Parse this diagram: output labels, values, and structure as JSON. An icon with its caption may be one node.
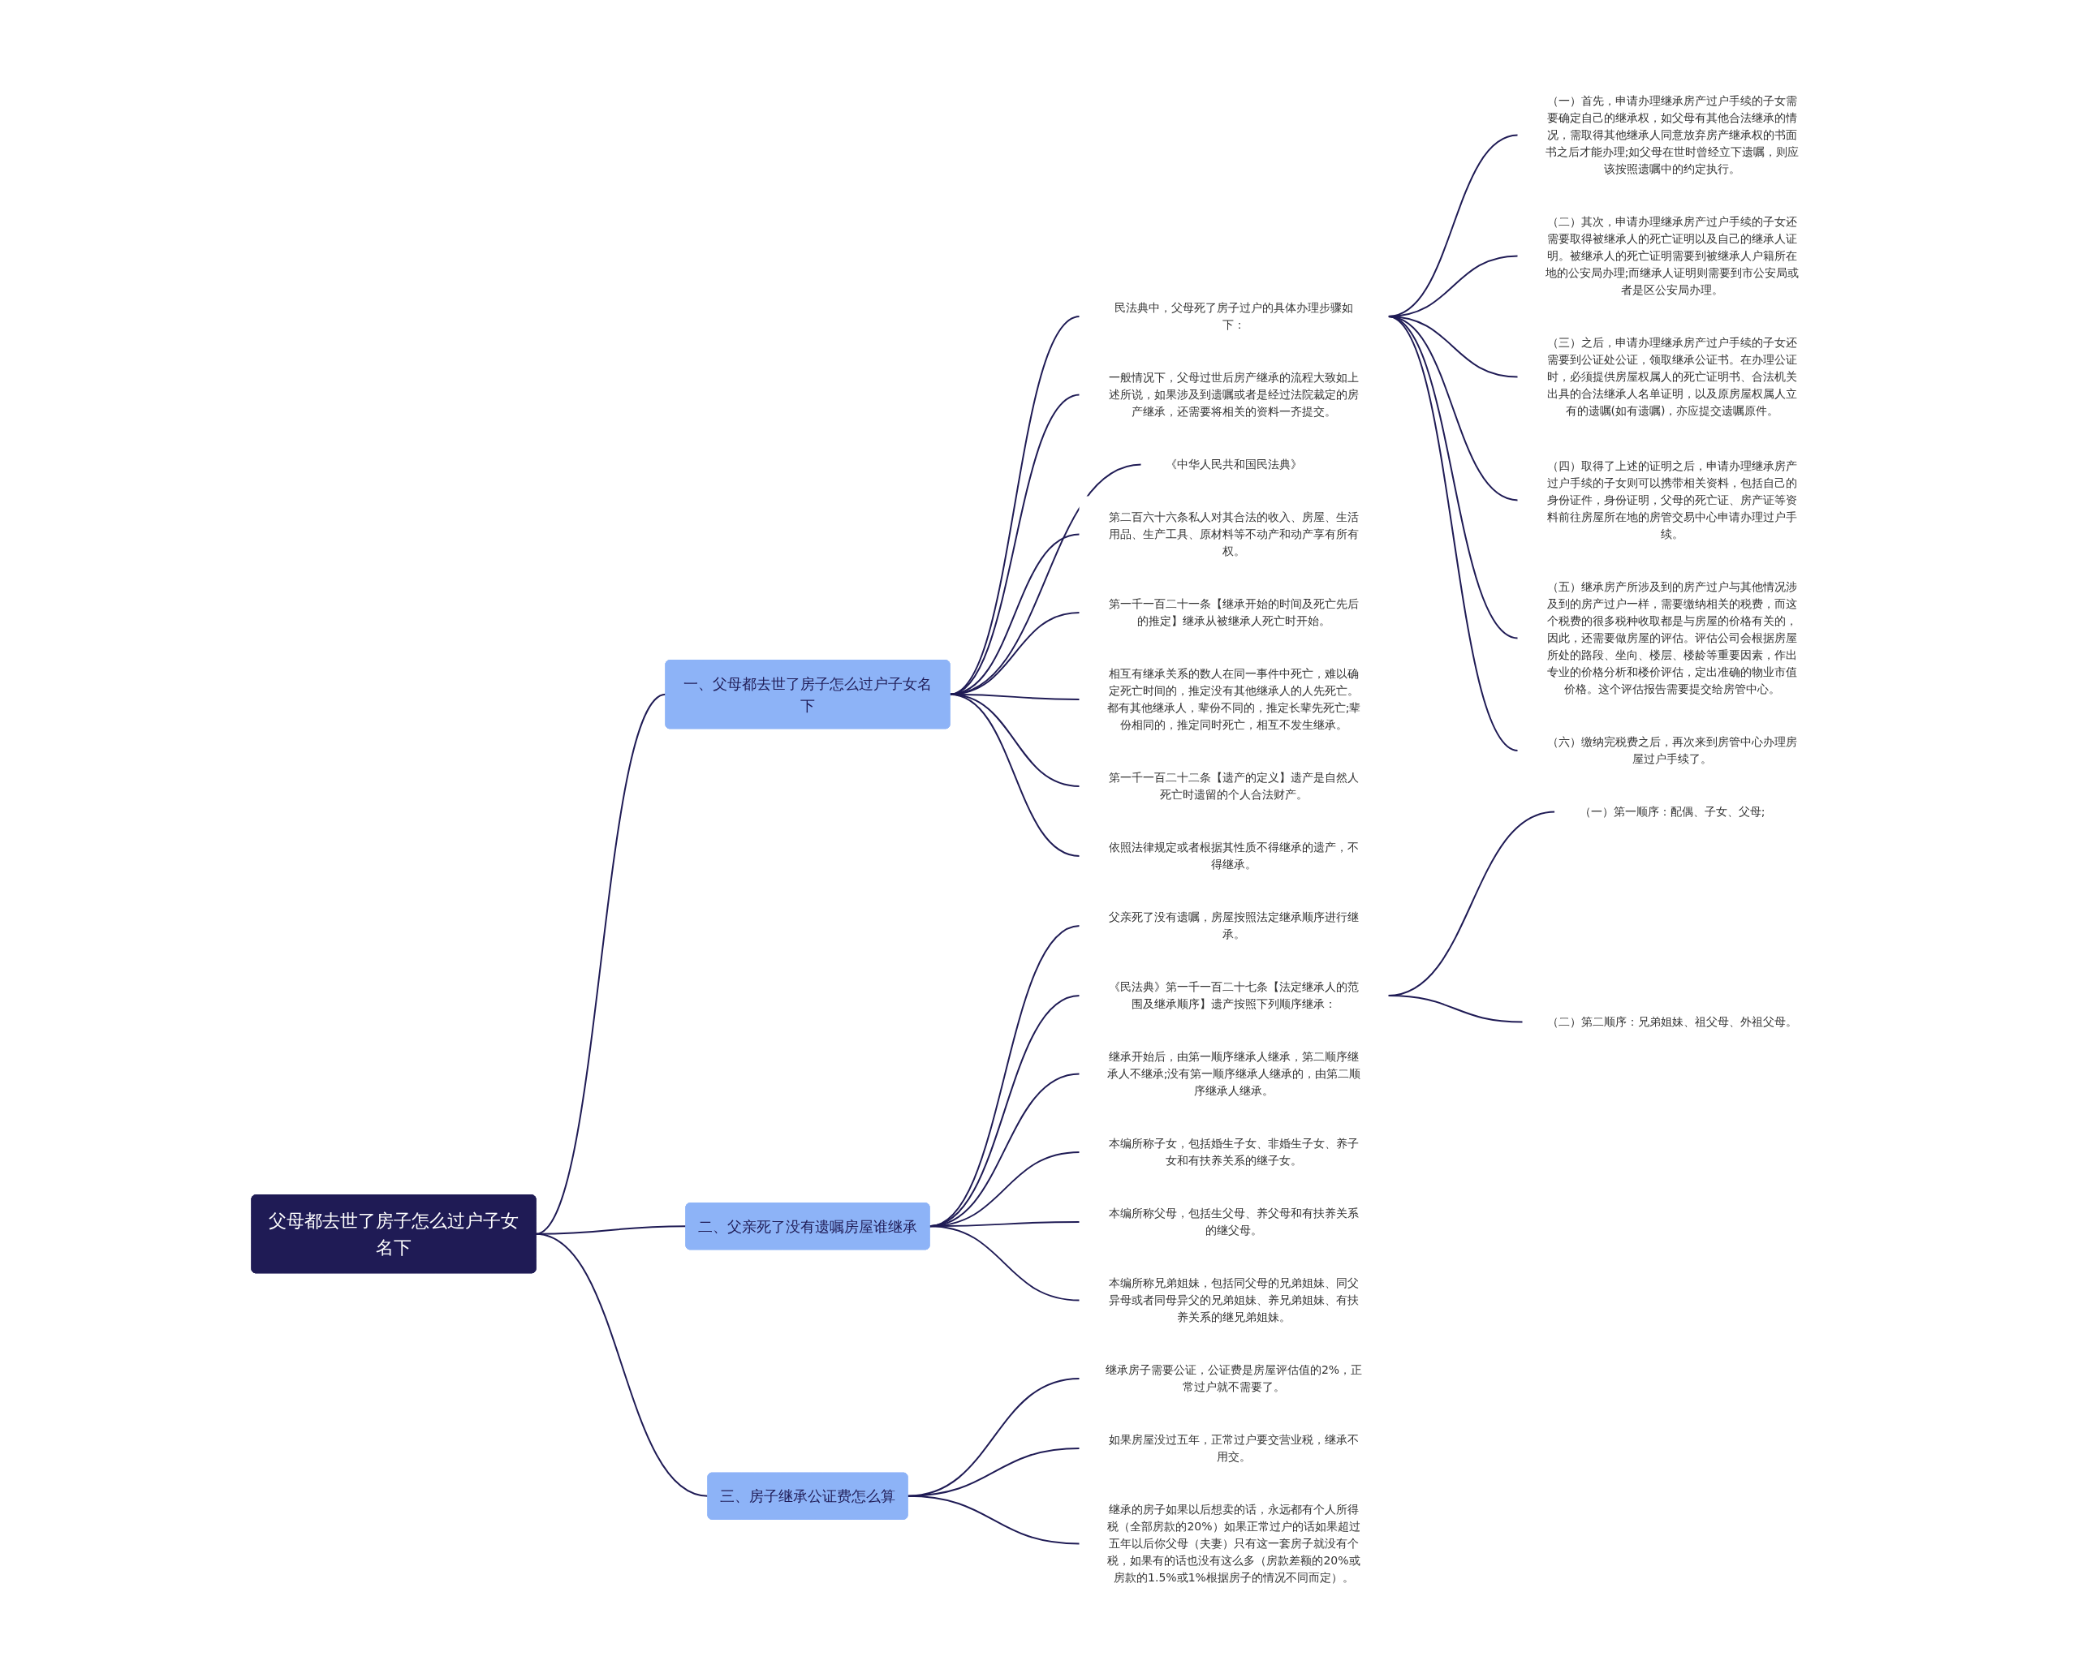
{
  "diagram": {
    "nodes": [
      {
        "text": [
          "父母都去世了房子怎么过户子女名下"
        ]
      },
      {
        "text": [
          "一、父母都去世了房子怎么过户子女名下"
        ]
      },
      {
        "text": [
          "民法典中，父母死了房子过户的具体办理步骤如下："
        ]
      },
      {
        "text": [
          "（一）首先，申请办理继承房产过户手续的子女需要确定自己的继承权，如父母有其他合法继承的情况，需取得其他继承人同意放弃房产继承权的书面书之后才能办理;如父母在世时曾经立下遗嘱，则应该按照遗嘱中的约定执行。"
        ]
      },
      {
        "text": [
          "（二）其次，申请办理继承房产过户手续的子女还需要取得被继承人的死亡证明以及自己的继承人证明。被继承人的死亡证明需要到被继承人户籍所在地的公安局办理;而继承人证明则需要到市公安局或者是区公安局办理。"
        ]
      },
      {
        "text": [
          "（三）之后，申请办理继承房产过户手续的子女还需要到公证处公证，领取继承公证书。在办理公证时，必须提供房屋权属人的死亡证明书、合法机关出具的合法继承人名单证明，以及原房屋权属人立有的遗嘱(如有遗嘱)，亦应提交遗嘱原件。"
        ]
      },
      {
        "text": [
          "（四）取得了上述的证明之后，申请办理继承房产过户手续的子女则可以携带相关资料，包括自己的身份证件，身份证明，父母的死亡证、房产证等资料前往房屋所在地的房管交易中心申请办理过户手续。"
        ]
      },
      {
        "text": [
          "（五）继承房产所涉及到的房产过户与其他情况涉及到的房产过户一样，需要缴纳相关的税费，而这个税费的很多税种收取都是与房屋的价格有关的，因此，还需要做房屋的评估。评估公司会根据房屋所处的路段、坐向、楼层、楼龄等重要因素，作出专业的价格分析和楼价评估，定出准确的物业市值价格。这个评估报告需要提交给房管中心。"
        ]
      },
      {
        "text": [
          "（六）缴纳完税费之后，再次来到房管中心办理房屋过户手续了。"
        ]
      },
      {
        "text": [
          "一般情况下，父母过世后房产继承的流程大致如上述所说，如果涉及到遗嘱或者是经过法院裁定的房产继承，还需要将相关的资料一齐提交。"
        ]
      },
      {
        "text": [
          "《中华人民共和国民法典》"
        ]
      },
      {
        "text": [
          "第二百六十六条私人对其合法的收入、房屋、生活用品、生产工具、原材料等不动产和动产享有所有权。"
        ]
      },
      {
        "text": [
          "第一千一百二十一条【继承开始的时间及死亡先后的推定】继承从被继承人死亡时开始。"
        ]
      },
      {
        "text": [
          "相互有继承关系的数人在同一事件中死亡，难以确定死亡时间的，推定没有其他继承人的人先死亡。都有其他继承人，辈份不同的，推定长辈先死亡;辈份相同的，推定同时死亡，相互不发生继承。"
        ]
      },
      {
        "text": [
          "第一千一百二十二条【遗产的定义】遗产是自然人死亡时遗留的个人合法财产。"
        ]
      },
      {
        "text": [
          "依照法律规定或者根据其性质不得继承的遗产，不得继承。"
        ]
      },
      {
        "text": [
          "二、父亲死了没有遗嘱房屋谁继承"
        ]
      },
      {
        "text": [
          "父亲死了没有遗嘱，房屋按照法定继承顺序进行继承。"
        ]
      },
      {
        "text": [
          "《民法典》第一千一百二十七条【法定继承人的范围及继承顺序】遗产按照下列顺序继承："
        ]
      },
      {
        "text": [
          "（一）第一顺序：配偶、子女、父母;"
        ]
      },
      {
        "text": [
          "（二）第二顺序：兄弟姐妹、祖父母、外祖父母。"
        ]
      },
      {
        "text": [
          "继承开始后，由第一顺序继承人继承，第二顺序继承人不继承;没有第一顺序继承人继承的，由第二顺序继承人继承。"
        ]
      },
      {
        "text": [
          "本编所称子女，包括婚生子女、非婚生子女、养子女和有扶养关系的继子女。"
        ]
      },
      {
        "text": [
          "本编所称父母，包括生父母、养父母和有扶养关系的继父母。"
        ]
      },
      {
        "text": [
          "本编所称兄弟姐妹，包括同父母的兄弟姐妹、同父异母或者同母异父的兄弟姐妹、养兄弟姐妹、有扶养关系的继兄弟姐妹。"
        ]
      },
      {
        "text": [
          "三、房子继承公证费怎么算"
        ]
      },
      {
        "text": [
          "继承房子需要公证，公证费是房屋评估值的2%，正常过户就不需要了。"
        ]
      },
      {
        "text": [
          "如果房屋没过五年，正常过户要交营业税，继承不用交。"
        ]
      },
      {
        "text": [
          "继承的房子如果以后想卖的话，永远都有个人所得税（全部房款的20%）如果正常过户的话如果超过五年以后你父母（夫妻）只有这一套房子就没有个税，如果有的话也没有这么多（房款差额的20%或房款的1.5%或1%根据房子的情况不同而定）。"
        ]
      }
    ],
    "edges": [
      {
        "from": 0,
        "to": 1,
        "arrow": "none"
      },
      {
        "from": 1,
        "to": 2,
        "arrow": "none"
      },
      {
        "from": 2,
        "to": 3,
        "arrow": "none"
      },
      {
        "from": 2,
        "to": 4,
        "arrow": "none"
      },
      {
        "from": 2,
        "to": 5,
        "arrow": "none"
      },
      {
        "from": 2,
        "to": 6,
        "arrow": "none"
      },
      {
        "from": 2,
        "to": 7,
        "arrow": "none"
      },
      {
        "from": 2,
        "to": 8,
        "arrow": "none"
      },
      {
        "from": 1,
        "to": 9,
        "arrow": "none"
      },
      {
        "from": 1,
        "to": 10,
        "arrow": "none"
      },
      {
        "from": 1,
        "to": 11,
        "arrow": "none"
      },
      {
        "from": 1,
        "to": 12,
        "arrow": "none"
      },
      {
        "from": 1,
        "to": 13,
        "arrow": "none"
      },
      {
        "from": 1,
        "to": 14,
        "arrow": "none"
      },
      {
        "from": 1,
        "to": 15,
        "arrow": "none"
      },
      {
        "from": 0,
        "to": 16,
        "arrow": "none"
      },
      {
        "from": 16,
        "to": 17,
        "arrow": "none"
      },
      {
        "from": 16,
        "to": 18,
        "arrow": "none"
      },
      {
        "from": 18,
        "to": 19,
        "arrow": "none"
      },
      {
        "from": 18,
        "to": 20,
        "arrow": "none"
      },
      {
        "from": 16,
        "to": 21,
        "arrow": "none"
      },
      {
        "from": 16,
        "to": 22,
        "arrow": "none"
      },
      {
        "from": 16,
        "to": 23,
        "arrow": "none"
      },
      {
        "from": 16,
        "to": 24,
        "arrow": "none"
      },
      {
        "from": 0,
        "to": 25,
        "arrow": "none"
      },
      {
        "from": 25,
        "to": 26,
        "arrow": "none"
      },
      {
        "from": 25,
        "to": 27,
        "arrow": "none"
      },
      {
        "from": 25,
        "to": 28,
        "arrow": "none"
      }
    ]
  }
}
